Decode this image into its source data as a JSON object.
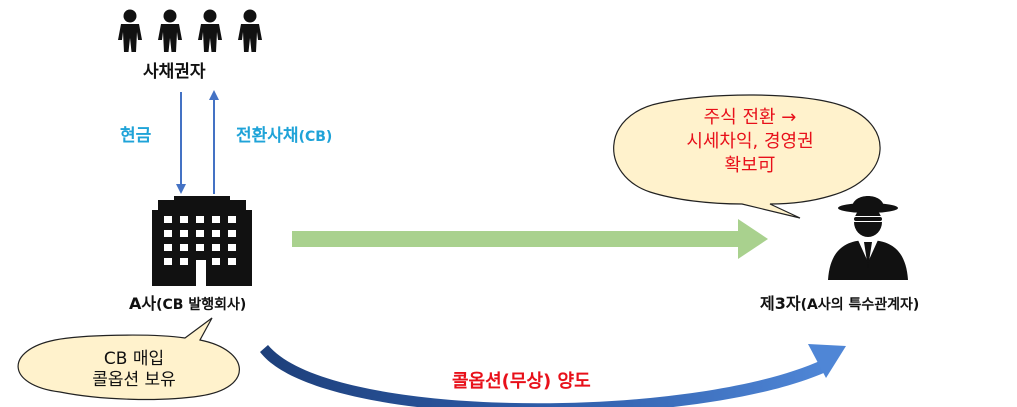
{
  "bondholders": {
    "label": "사채권자"
  },
  "flows": {
    "cash": "현금",
    "cb": "전환사채",
    "cb_suffix": "(CB)"
  },
  "company_a": {
    "name": "A사",
    "subtitle": "(CB 발행회사)"
  },
  "third_party": {
    "name": "제3자",
    "subtitle": "(A사의 특수관계자)"
  },
  "bubble_right": {
    "line1": "주식 전환 →",
    "line2": "시세차익, 경영권",
    "line3": "확보可"
  },
  "bubble_left": {
    "line1": "CB 매입",
    "line2": "콜옵션 보유"
  },
  "transfer": {
    "label": "콜옵션(무상) 양도"
  },
  "colors": {
    "blue_text": "#1fa3d8",
    "red_text": "#e8101a",
    "green_arrow": "#a9d18e",
    "blue_arrow": "#4472c4",
    "bubble_fill": "#fff2cc",
    "icon": "#111111"
  }
}
